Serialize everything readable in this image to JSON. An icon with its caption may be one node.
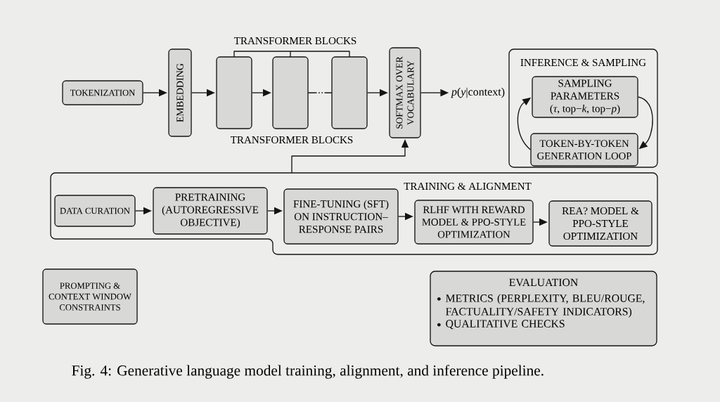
{
  "diagram": {
    "caption": "Fig. 4: Generative language model training, alignment, and inference pipeline.",
    "nodes": [
      {
        "text": [
          "TOKENIZATION"
        ]
      },
      {
        "text": [
          "EMBEDDING"
        ]
      },
      {
        "text": [],
        "shape": "box"
      },
      {
        "text": [],
        "shape": "box"
      },
      {
        "text": [],
        "shape": "box"
      },
      {
        "text": [
          "SOFTMAX OVER VOCABULARY"
        ]
      },
      {
        "text": [
          "*p*(*y*|context)"
        ]
      },
      {
        "text": [
          "INFERENCE & SAMPLING"
        ]
      },
      {
        "text": [
          "SAMPLING PARAMETERS (*τ*, top−*k*, top−*p*)"
        ],
        "in": 7
      },
      {
        "text": [
          "TOKEN-BY-TOKEN GENERATION LOOP"
        ],
        "in": 7
      },
      {
        "text": [
          "TRAINING & ALIGNMENT"
        ]
      },
      {
        "text": [
          "DATA CURATION"
        ],
        "in": 10
      },
      {
        "text": [
          "PRETRAINING (AUTOREGRESSIVE OBJECTIVE)"
        ],
        "in": 10
      },
      {
        "text": [
          "FINE-TUNING (SFT) ON INSTRUCTION– RESPONSE PAIRS"
        ],
        "in": 10
      },
      {
        "text": [
          "RLHF WITH REWARD MODEL & PPO-STYLE OPTIMIZATION"
        ],
        "in": 10
      },
      {
        "text": [
          "REA? MODEL & PPO-STYLE OPTIMIZATION"
        ],
        "in": 10
      },
      {
        "text": [
          "PROMPTING & CONTEXT WINDOW CONSTRAINTS"
        ]
      },
      {
        "text": [
          "EVALUATION",
          "METRICS (PERPLEXITY, BLEU/ROUGE, FACTUALITY/SAFETY INDICATORS)",
          "QUALITATIVE CHECKS"
        ]
      }
    ],
    "edges": [
      {
        "from": 0,
        "to": 1,
        "arrow": "to"
      },
      {
        "from": 1,
        "to": 2,
        "arrow": "to"
      },
      {
        "from": 2,
        "to": 3,
        "arrow": "to"
      },
      {
        "from": 3,
        "to": 4,
        "arrow": "none",
        "style": "dashed"
      },
      {
        "from": 4,
        "to": 5,
        "arrow": "to"
      },
      {
        "from": 5,
        "to": 6,
        "arrow": "to"
      },
      {
        "from": 10,
        "to": 5,
        "arrow": "to"
      },
      {
        "from": 8,
        "to": 9,
        "arrow": "to"
      },
      {
        "from": 9,
        "to": 8,
        "arrow": "to"
      },
      {
        "from": 11,
        "to": 12,
        "arrow": "to"
      },
      {
        "from": 12,
        "to": 13,
        "arrow": "to"
      },
      {
        "from": 13,
        "to": 14,
        "arrow": "to"
      },
      {
        "from": 14,
        "to": 15,
        "arrow": "to"
      }
    ],
    "labels": [
      "TRANSFORMER BLOCKS",
      "TRANSFORMER BLOCKS"
    ]
  }
}
